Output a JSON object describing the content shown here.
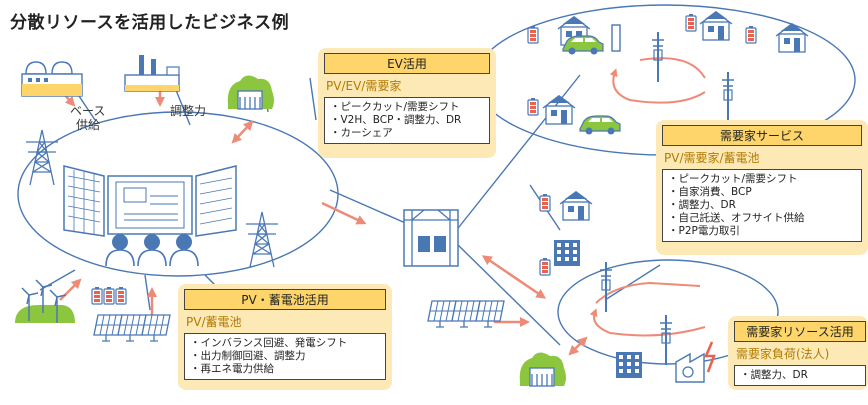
{
  "title": "分散リソースを活用したビジネス例",
  "labels": {
    "base_supply_1": "ベース",
    "base_supply_2": "供給",
    "adjust": "調整力"
  },
  "ev_box": {
    "heading": "EV活用",
    "subtitle": "PV/EV/需要家",
    "items": [
      "・ピークカット/需要シフト",
      "・V2H、BCP・調整力、DR",
      "・カーシェア"
    ]
  },
  "customer_box": {
    "heading": "需要家サービス",
    "subtitle": "PV/需要家/蓄電池",
    "items": [
      "・ピークカット/需要シフト",
      "・自家消費、BCP",
      "・調整力、DR",
      "・自己託送、オフサイト供給",
      "・P2P電力取引"
    ]
  },
  "pv_box": {
    "heading": "PV・蓄電池活用",
    "subtitle": "PV/蓄電池",
    "items": [
      "・インバランス回避、発電シフト",
      "・出力制御回避、調整力",
      "・再エネ電力供給"
    ]
  },
  "resource_box": {
    "heading": "需要家リソース活用",
    "subtitle": "需要家負荷(法人)",
    "items": [
      "・調整力、DR"
    ]
  },
  "colors": {
    "line": "#4a78b4",
    "arrow": "#ee8a78",
    "box_bg": "#fce9b6",
    "box_head": "#fdd56a",
    "green": "#8cc63f",
    "battery": "#e8624f"
  }
}
